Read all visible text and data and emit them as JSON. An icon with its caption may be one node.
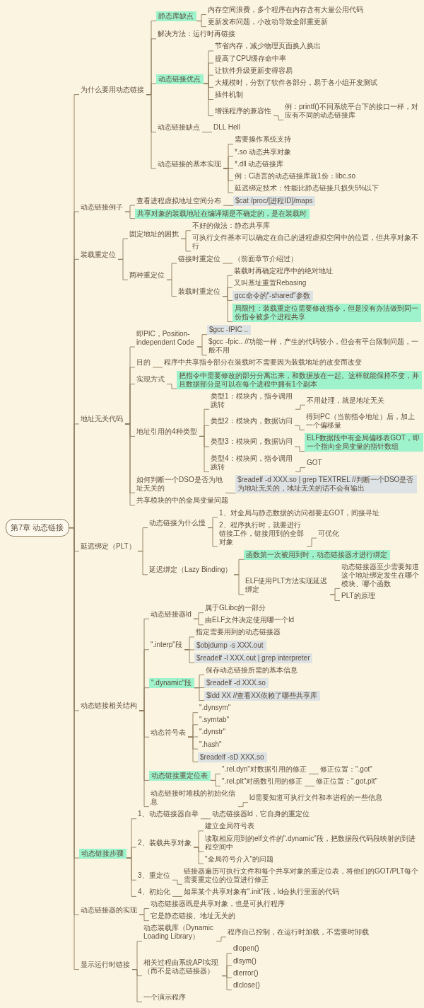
{
  "diagram": {
    "nodes": [
      {
        "text": [
          "第7章 动态链接"
        ]
      },
      {
        "text": [
          "为什么要用动态链接"
        ]
      },
      {
        "text": [
          "静态库缺点"
        ]
      },
      {
        "text": [
          "内存空间浪费，多个程序在内存含有大量公用代码"
        ]
      },
      {
        "text": [
          "更新发布问题，小改动导致全部重更新"
        ]
      },
      {
        "text": [
          "解决方法：运行时再链接"
        ]
      },
      {
        "text": [
          "动态链接优点"
        ]
      },
      {
        "text": [
          "节省内存，减少物理页面换入换出"
        ]
      },
      {
        "text": [
          "提高了CPU缓存命中率"
        ]
      },
      {
        "text": [
          "让软件升级更新变得容易"
        ]
      },
      {
        "text": [
          "大规模时，分割了软件各部分，易于各小组开发测试"
        ]
      },
      {
        "text": [
          "插件机制"
        ]
      },
      {
        "text": [
          "增强程序的兼容性"
        ]
      },
      {
        "text": [
          "例：printf()不同系统平台下的接口一样，对应有不同的动态链接库"
        ]
      },
      {
        "text": [
          "动态链接缺点"
        ]
      },
      {
        "text": [
          "DLL Hell"
        ]
      },
      {
        "text": [
          "动态链接的基本实现"
        ]
      },
      {
        "text": [
          "需要操作系统支持"
        ]
      },
      {
        "text": [
          "*.so 动态共享对象"
        ]
      },
      {
        "text": [
          "*.dll 动态链接库"
        ]
      },
      {
        "text": [
          "例：C语言的动态链接库就1份：libc.so"
        ]
      },
      {
        "text": [
          "延迟绑定技术：性能比静态链接只损失5%以下"
        ]
      },
      {
        "text": [
          "动态链接例子"
        ]
      },
      {
        "text": [
          "查看进程虚拟地址空间分布"
        ]
      },
      {
        "text": [
          "$cat /proc/[进程ID]/maps"
        ]
      },
      {
        "text": [
          "共享对象的装载地址在编译期是不确定的，是在装载时"
        ]
      },
      {
        "text": [
          "装载重定位"
        ]
      },
      {
        "text": [
          "固定地址的困扰"
        ]
      },
      {
        "text": [
          "不好的做法：静态共享库"
        ]
      },
      {
        "text": [
          "可执行文件基本可以确定在自己的进程虚拟空间中的位置，但共享对象不行"
        ]
      },
      {
        "text": [
          "两种重定位"
        ]
      },
      {
        "text": [
          "链接时重定位"
        ]
      },
      {
        "text": [
          "（前面章节介绍过）"
        ]
      },
      {
        "text": [
          "装载时重定位"
        ]
      },
      {
        "text": [
          "装载时再确定程序中的绝对地址"
        ]
      },
      {
        "text": [
          "又叫基址重置Rebasing"
        ]
      },
      {
        "text": [
          "gcc命令的\"-shared\"参数"
        ]
      },
      {
        "text": [
          "局限性：装载重定位需要修改指令，但是没有办法做到同一份指令被多个进程共享"
        ]
      },
      {
        "text": [
          "地址无关代码"
        ]
      },
      {
        "text": [
          "即PIC，Position-independent Code"
        ]
      },
      {
        "text": [
          "$gcc -fPIC .."
        ]
      },
      {
        "text": [
          "$gcc -fpic..  //功能一样，产生的代码较小，但会有平台限制问题，一般不用"
        ]
      },
      {
        "text": [
          "目的"
        ]
      },
      {
        "text": [
          "程序中共享指令部分在装载时不需要因为装载地址的改变而改变"
        ]
      },
      {
        "text": [
          "实现方式"
        ]
      },
      {
        "text": [
          "把指令中需要修改的部分分离出来，和数据放在一起。这样就能保持不变，并且数据部分是可以在每个进程中拥有1个副本"
        ]
      },
      {
        "text": [
          "地址引用的4种类型"
        ]
      },
      {
        "text": [
          "类型1：模块内，指令调用跳转"
        ]
      },
      {
        "text": [
          "不用处理，就是地址无关"
        ]
      },
      {
        "text": [
          "类型2：模块内，数据访问"
        ]
      },
      {
        "text": [
          "得到PC（当前指令地址）后，加上一个偏移量"
        ]
      },
      {
        "text": [
          "类型3：模块间，数据访问"
        ]
      },
      {
        "text": [
          "ELF数据段中有全局偏移表GOT，即一个指向全局变量的指针数组"
        ]
      },
      {
        "text": [
          "类型4：模块间，指令调用跳转"
        ]
      },
      {
        "text": [
          "GOT"
        ]
      },
      {
        "text": [
          "如何判断一个DSO是否为地址无关的"
        ]
      },
      {
        "text": [
          "$readelf -d XXX.so | grep TEXTREL   //判断一个DSO是否为地址无关的，地址无关的话不会有输出"
        ]
      },
      {
        "text": [
          "共享模块的中的全局变量问题"
        ]
      },
      {
        "text": [
          "延迟绑定（PLT）"
        ]
      },
      {
        "text": [
          "动态链接为什么慢"
        ]
      },
      {
        "text": [
          "1、对全局与静态数据的访问都要走GOT，间接寻址"
        ]
      },
      {
        "text": [
          "2、程序执行时，就要进行链接工作，链接用到的全部对象"
        ]
      },
      {
        "text": [
          "可优化"
        ]
      },
      {
        "text": [
          "延迟绑定（Lazy Binding）"
        ]
      },
      {
        "text": [
          "函数第一次被用到时，动态链接器才进行绑定"
        ]
      },
      {
        "text": [
          "ELF使用PLT方法实现延迟绑定"
        ]
      },
      {
        "text": [
          "动态链接器至少需要知道这个地址绑定发生在哪个模块、哪个函数"
        ]
      },
      {
        "text": [
          "PLT的原理"
        ]
      },
      {
        "text": [
          "动态链接相关结构"
        ]
      },
      {
        "text": [
          "动态链接器ld"
        ]
      },
      {
        "text": [
          "属于GLibc的一部分"
        ]
      },
      {
        "text": [
          "由ELF文件决定使用哪一个ld"
        ]
      },
      {
        "text": [
          "\".interp\"段"
        ]
      },
      {
        "text": [
          "指定需要用到的动态链接器"
        ]
      },
      {
        "text": [
          "$objdump -s XXX.out"
        ]
      },
      {
        "text": [
          "$readelf -l XXX.out | grep interpreter"
        ]
      },
      {
        "text": [
          "\".dynamic\"段"
        ]
      },
      {
        "text": [
          "保存动态链接所需的基本信息"
        ]
      },
      {
        "text": [
          "$readelf -d XXX.so"
        ]
      },
      {
        "text": [
          "$ldd XX  //查看XX依赖了哪些共享库"
        ]
      },
      {
        "text": [
          "动态符号表"
        ]
      },
      {
        "text": [
          "\".dynsym\""
        ]
      },
      {
        "text": [
          "\".symtab\""
        ]
      },
      {
        "text": [
          "\".dynstr\""
        ]
      },
      {
        "text": [
          "\".hash\""
        ]
      },
      {
        "text": [
          "$readelf -sD XXX.so"
        ]
      },
      {
        "text": [
          "动态链接重定位表"
        ]
      },
      {
        "text": [
          "\".rel.dyn\"对数据引用的修正"
        ]
      },
      {
        "text": [
          "修正位置：\".got\""
        ]
      },
      {
        "text": [
          "\".rel.plt\"对函数引用的修正"
        ]
      },
      {
        "text": [
          "修正位置：\".got.plt\""
        ]
      },
      {
        "text": [
          "动态链接时堆栈的初始化信息"
        ]
      },
      {
        "text": [
          "ld需要知道可执行文件和本进程的一些信息"
        ]
      },
      {
        "text": [
          "动态链接步骤"
        ]
      },
      {
        "text": [
          "1、动态链接器自举"
        ]
      },
      {
        "text": [
          "动态链接器ld，它自身的重定位"
        ]
      },
      {
        "text": [
          "2、装载共享对象"
        ]
      },
      {
        "text": [
          "建立全局符号表"
        ]
      },
      {
        "text": [
          "读取相应用到的elf文件的\".dynamic\"段，把数据段代码段映射的到进程空间中"
        ]
      },
      {
        "text": [
          "\"全局符号介入\"的问题"
        ]
      },
      {
        "text": [
          "3、重定位"
        ]
      },
      {
        "text": [
          "链接器遍历可执行文件和每个共享对象的重定位表，将他们的GOT/PLT每个需要重定位的位置进行修正"
        ]
      },
      {
        "text": [
          "4、初始化"
        ]
      },
      {
        "text": [
          "如果某个共享对象有\".init\"段，ld会执行里面的代码"
        ]
      },
      {
        "text": [
          "动态链接器的实现"
        ]
      },
      {
        "text": [
          "动态链接器既是共享对象，也是可执行程序"
        ]
      },
      {
        "text": [
          "它是静态链接、地址无关的"
        ]
      },
      {
        "text": [
          "显示运行时链接"
        ]
      },
      {
        "text": [
          "动态装载库（Dynamic Loading Library）"
        ]
      },
      {
        "text": [
          "程序自己控制，在运行时加载，不需要时卸载"
        ]
      },
      {
        "text": [
          "相关过程由系统API实现（而不是动态链接器）"
        ]
      },
      {
        "text": [
          "dlopen()"
        ]
      },
      {
        "text": [
          "dlsym()"
        ]
      },
      {
        "text": [
          "dlerror()"
        ]
      },
      {
        "text": [
          "dlclose()"
        ]
      },
      {
        "text": [
          "一个演示程序"
        ]
      }
    ],
    "edges": [
      {
        "from": 0,
        "to": 1,
        "arrow": "none"
      },
      {
        "from": 1,
        "to": 2,
        "arrow": "none"
      },
      {
        "from": 2,
        "to": 3,
        "arrow": "none"
      },
      {
        "from": 2,
        "to": 4,
        "arrow": "none"
      },
      {
        "from": 1,
        "to": 5,
        "arrow": "none"
      },
      {
        "from": 1,
        "to": 6,
        "arrow": "none"
      },
      {
        "from": 6,
        "to": 7,
        "arrow": "none"
      },
      {
        "from": 6,
        "to": 8,
        "arrow": "none"
      },
      {
        "from": 6,
        "to": 9,
        "arrow": "none"
      },
      {
        "from": 6,
        "to": 10,
        "arrow": "none"
      },
      {
        "from": 6,
        "to": 11,
        "arrow": "none"
      },
      {
        "from": 6,
        "to": 12,
        "arrow": "none"
      },
      {
        "from": 12,
        "to": 13,
        "arrow": "none"
      },
      {
        "from": 1,
        "to": 14,
        "arrow": "none"
      },
      {
        "from": 14,
        "to": 15,
        "arrow": "none"
      },
      {
        "from": 1,
        "to": 16,
        "arrow": "none"
      },
      {
        "from": 16,
        "to": 17,
        "arrow": "none"
      },
      {
        "from": 16,
        "to": 18,
        "arrow": "none"
      },
      {
        "from": 16,
        "to": 19,
        "arrow": "none"
      },
      {
        "from": 16,
        "to": 20,
        "arrow": "none"
      },
      {
        "from": 16,
        "to": 21,
        "arrow": "none"
      },
      {
        "from": 0,
        "to": 22,
        "arrow": "none"
      },
      {
        "from": 22,
        "to": 23,
        "arrow": "none"
      },
      {
        "from": 23,
        "to": 24,
        "arrow": "none"
      },
      {
        "from": 22,
        "to": 25,
        "arrow": "none"
      },
      {
        "from": 0,
        "to": 26,
        "arrow": "none"
      },
      {
        "from": 26,
        "to": 27,
        "arrow": "none"
      },
      {
        "from": 27,
        "to": 28,
        "arrow": "none"
      },
      {
        "from": 27,
        "to": 29,
        "arrow": "none"
      },
      {
        "from": 26,
        "to": 30,
        "arrow": "none"
      },
      {
        "from": 30,
        "to": 31,
        "arrow": "none"
      },
      {
        "from": 31,
        "to": 32,
        "arrow": "none"
      },
      {
        "from": 30,
        "to": 33,
        "arrow": "none"
      },
      {
        "from": 33,
        "to": 34,
        "arrow": "none"
      },
      {
        "from": 33,
        "to": 35,
        "arrow": "none"
      },
      {
        "from": 33,
        "to": 36,
        "arrow": "none"
      },
      {
        "from": 33,
        "to": 37,
        "arrow": "none"
      },
      {
        "from": 0,
        "to": 38,
        "arrow": "none"
      },
      {
        "from": 38,
        "to": 39,
        "arrow": "none"
      },
      {
        "from": 39,
        "to": 40,
        "arrow": "none"
      },
      {
        "from": 39,
        "to": 41,
        "arrow": "none"
      },
      {
        "from": 38,
        "to": 42,
        "arrow": "none"
      },
      {
        "from": 42,
        "to": 43,
        "arrow": "none"
      },
      {
        "from": 38,
        "to": 44,
        "arrow": "none"
      },
      {
        "from": 44,
        "to": 45,
        "arrow": "none"
      },
      {
        "from": 38,
        "to": 46,
        "arrow": "none"
      },
      {
        "from": 46,
        "to": 47,
        "arrow": "none"
      },
      {
        "from": 47,
        "to": 48,
        "arrow": "none"
      },
      {
        "from": 46,
        "to": 49,
        "arrow": "none"
      },
      {
        "from": 49,
        "to": 50,
        "arrow": "none"
      },
      {
        "from": 46,
        "to": 51,
        "arrow": "none"
      },
      {
        "from": 51,
        "to": 52,
        "arrow": "none"
      },
      {
        "from": 46,
        "to": 53,
        "arrow": "none"
      },
      {
        "from": 53,
        "to": 54,
        "arrow": "none"
      },
      {
        "from": 38,
        "to": 55,
        "arrow": "none"
      },
      {
        "from": 55,
        "to": 56,
        "arrow": "none"
      },
      {
        "from": 38,
        "to": 57,
        "arrow": "none"
      },
      {
        "from": 0,
        "to": 58,
        "arrow": "none"
      },
      {
        "from": 58,
        "to": 59,
        "arrow": "none"
      },
      {
        "from": 59,
        "to": 60,
        "arrow": "none"
      },
      {
        "from": 59,
        "to": 61,
        "arrow": "none"
      },
      {
        "from": 61,
        "to": 62,
        "arrow": "none"
      },
      {
        "from": 58,
        "to": 63,
        "arrow": "none"
      },
      {
        "from": 63,
        "to": 64,
        "arrow": "none"
      },
      {
        "from": 63,
        "to": 65,
        "arrow": "none"
      },
      {
        "from": 65,
        "to": 66,
        "arrow": "none"
      },
      {
        "from": 65,
        "to": 67,
        "arrow": "none"
      },
      {
        "from": 0,
        "to": 68,
        "arrow": "none"
      },
      {
        "from": 68,
        "to": 69,
        "arrow": "none"
      },
      {
        "from": 69,
        "to": 70,
        "arrow": "none"
      },
      {
        "from": 69,
        "to": 71,
        "arrow": "none"
      },
      {
        "from": 68,
        "to": 72,
        "arrow": "none"
      },
      {
        "from": 72,
        "to": 73,
        "arrow": "none"
      },
      {
        "from": 72,
        "to": 74,
        "arrow": "none"
      },
      {
        "from": 72,
        "to": 75,
        "arrow": "none"
      },
      {
        "from": 68,
        "to": 76,
        "arrow": "none"
      },
      {
        "from": 76,
        "to": 77,
        "arrow": "none"
      },
      {
        "from": 76,
        "to": 78,
        "arrow": "none"
      },
      {
        "from": 76,
        "to": 79,
        "arrow": "none"
      },
      {
        "from": 68,
        "to": 80,
        "arrow": "none"
      },
      {
        "from": 80,
        "to": 81,
        "arrow": "none"
      },
      {
        "from": 80,
        "to": 82,
        "arrow": "none"
      },
      {
        "from": 80,
        "to": 83,
        "arrow": "none"
      },
      {
        "from": 80,
        "to": 84,
        "arrow": "none"
      },
      {
        "from": 80,
        "to": 85,
        "arrow": "none"
      },
      {
        "from": 68,
        "to": 86,
        "arrow": "none"
      },
      {
        "from": 86,
        "to": 87,
        "arrow": "none"
      },
      {
        "from": 87,
        "to": 88,
        "arrow": "none"
      },
      {
        "from": 86,
        "to": 89,
        "arrow": "none"
      },
      {
        "from": 89,
        "to": 90,
        "arrow": "none"
      },
      {
        "from": 68,
        "to": 91,
        "arrow": "none"
      },
      {
        "from": 91,
        "to": 92,
        "arrow": "none"
      },
      {
        "from": 0,
        "to": 93,
        "arrow": "none"
      },
      {
        "from": 93,
        "to": 94,
        "arrow": "none"
      },
      {
        "from": 94,
        "to": 95,
        "arrow": "none"
      },
      {
        "from": 93,
        "to": 96,
        "arrow": "none"
      },
      {
        "from": 96,
        "to": 97,
        "arrow": "none"
      },
      {
        "from": 96,
        "to": 98,
        "arrow": "none"
      },
      {
        "from": 96,
        "to": 99,
        "arrow": "none"
      },
      {
        "from": 93,
        "to": 100,
        "arrow": "none"
      },
      {
        "from": 100,
        "to": 101,
        "arrow": "none"
      },
      {
        "from": 93,
        "to": 102,
        "arrow": "none"
      },
      {
        "from": 102,
        "to": 103,
        "arrow": "none"
      },
      {
        "from": 0,
        "to": 104,
        "arrow": "none"
      },
      {
        "from": 104,
        "to": 105,
        "arrow": "none"
      },
      {
        "from": 104,
        "to": 106,
        "arrow": "none"
      },
      {
        "from": 0,
        "to": 107,
        "arrow": "none"
      },
      {
        "from": 107,
        "to": 108,
        "arrow": "none"
      },
      {
        "from": 108,
        "to": 109,
        "arrow": "none"
      },
      {
        "from": 107,
        "to": 110,
        "arrow": "none"
      },
      {
        "from": 110,
        "to": 111,
        "arrow": "none"
      },
      {
        "from": 110,
        "to": 112,
        "arrow": "none"
      },
      {
        "from": 110,
        "to": 113,
        "arrow": "none"
      },
      {
        "from": 110,
        "to": 114,
        "arrow": "none"
      },
      {
        "from": 107,
        "to": 115,
        "arrow": "none"
      }
    ]
  }
}
